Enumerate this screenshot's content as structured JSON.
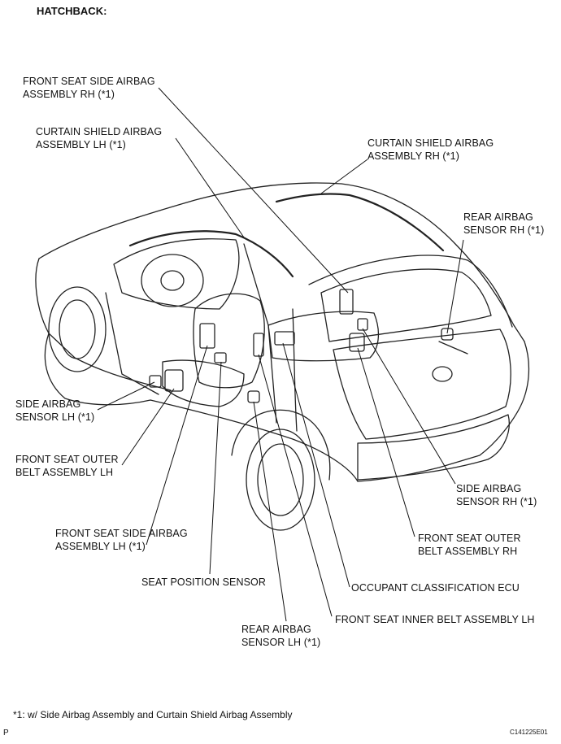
{
  "title": "HATCHBACK:",
  "labels": {
    "front_seat_side_airbag_rh": [
      "FRONT SEAT SIDE AIRBAG",
      "ASSEMBLY RH (*1)"
    ],
    "curtain_shield_airbag_lh": [
      "CURTAIN SHIELD AIRBAG",
      "ASSEMBLY LH (*1)"
    ],
    "curtain_shield_airbag_rh": [
      "CURTAIN SHIELD AIRBAG",
      "ASSEMBLY RH (*1)"
    ],
    "rear_airbag_sensor_rh": [
      "REAR AIRBAG",
      "SENSOR RH (*1)"
    ],
    "side_airbag_sensor_lh": [
      "SIDE AIRBAG",
      "SENSOR LH (*1)"
    ],
    "front_seat_outer_belt_lh": [
      "FRONT SEAT OUTER",
      "BELT ASSEMBLY LH"
    ],
    "side_airbag_sensor_rh": [
      "SIDE AIRBAG",
      "SENSOR RH (*1)"
    ],
    "front_seat_side_airbag_lh": [
      "FRONT SEAT SIDE AIRBAG",
      "ASSEMBLY LH (*1)"
    ],
    "front_seat_outer_belt_rh": [
      "FRONT SEAT OUTER",
      "BELT ASSEMBLY RH"
    ],
    "seat_position_sensor": [
      "SEAT POSITION SENSOR"
    ],
    "occupant_classification_ecu": [
      "OCCUPANT CLASSIFICATION ECU"
    ],
    "front_seat_inner_belt_lh": [
      "FRONT SEAT INNER BELT ASSEMBLY LH"
    ],
    "rear_airbag_sensor_lh": [
      "REAR AIRBAG",
      "SENSOR LH (*1)"
    ]
  },
  "footnote": "*1: w/ Side Airbag Assembly and Curtain Shield Airbag Assembly",
  "corner_mark": "P",
  "figure_code": "C141225E01"
}
